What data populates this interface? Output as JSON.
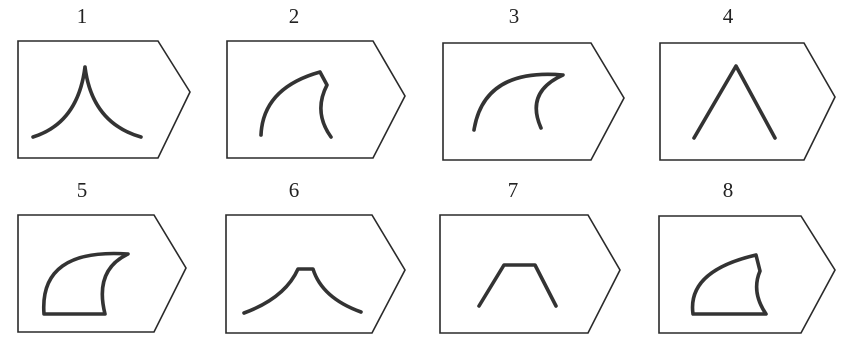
{
  "figure": {
    "labels": [
      "1",
      "2",
      "3",
      "4",
      "5",
      "6",
      "7",
      "8"
    ],
    "panel_shape": "pentagon-arrow-right",
    "shapes": [
      "two-concave-curves-meeting-at-peak",
      "fin-outline-open",
      "large-fin-outline-open",
      "inverted-v",
      "closed-fin",
      "curves-with-flat-top",
      "trapezoid-open-bottom",
      "small-closed-fin"
    ],
    "stroke_color": "#333333"
  }
}
